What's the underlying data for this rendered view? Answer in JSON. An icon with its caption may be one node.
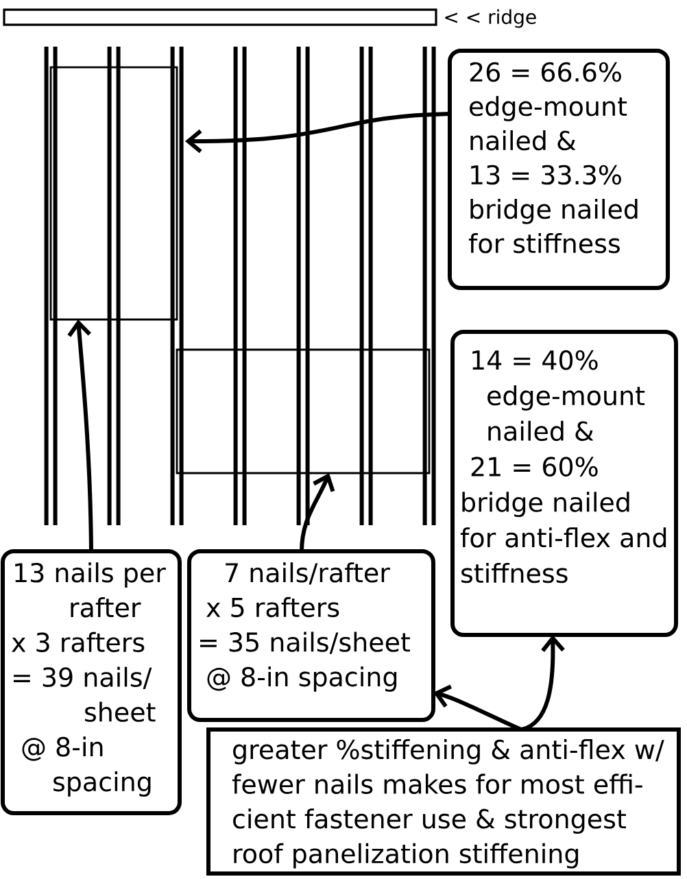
{
  "diagram": {
    "nodes": [
      {
        "text": [],
        "shape": "box"
      },
      {
        "text": [],
        "shape": "box"
      },
      {
        "text": [
          "26 = 66.6% edge-mount nailed & 13 = 33.3% bridge nailed for stiffness"
        ]
      },
      {
        "text": [
          "14 = 40% edge-mount nailed & 21 = 60% bridge nailed for anti-flex and stiffness"
        ]
      },
      {
        "text": [
          "13 nails per rafter x 3 rafters = 39 nails/ sheet @ 8-in spacing"
        ]
      },
      {
        "text": [
          "7 nails/rafter x 5 rafters = 35 nails/sheet @ 8-in spacing"
        ]
      },
      {
        "text": [
          "greater %stiffening & anti-flex w/ fewer nails makes for most effi- cient fastener use & strongest roof panelization stiffening"
        ]
      }
    ],
    "edges": [
      {
        "from": 2,
        "to": 0,
        "arrow": "to"
      },
      {
        "from": 4,
        "to": 0,
        "arrow": "to"
      },
      {
        "from": 5,
        "to": 1,
        "arrow": "to"
      },
      {
        "from": 6,
        "to": 5,
        "arrow": "to"
      },
      {
        "from": 6,
        "to": 3,
        "arrow": "to"
      }
    ],
    "labels": [
      "< < ridge"
    ]
  }
}
